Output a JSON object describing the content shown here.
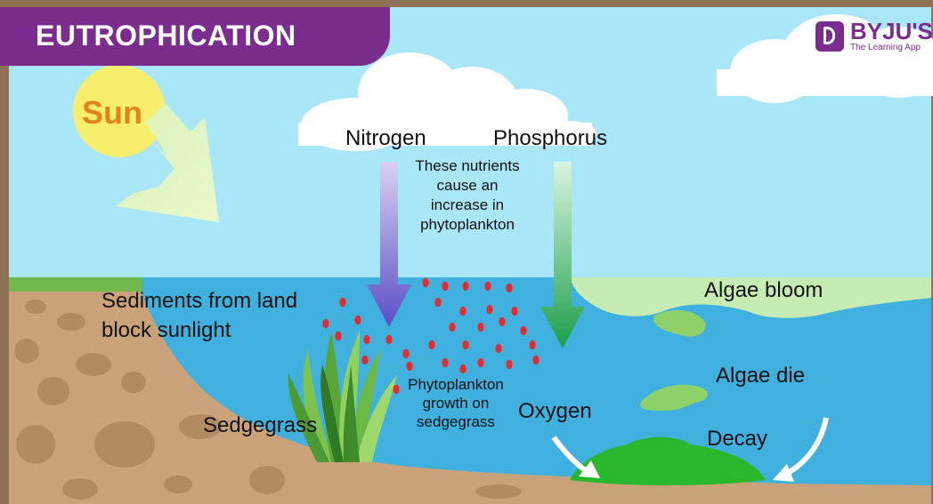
{
  "title": "EUTROPHICATION",
  "sun_label": "Sun",
  "brand": {
    "name": "BYJU'S",
    "tagline": "The Learning App"
  },
  "labels": {
    "nitrogen": "Nitrogen",
    "phosphorus": "Phosphorus",
    "nutrients_note": "These nutrients cause an increase in phytoplankton",
    "sediments": "Sediments from land block sunlight",
    "algae_bloom": "Algae bloom",
    "algae_die": "Algae die",
    "phytoplankton_growth": "Phytoplankton growth on sedgegrass",
    "oxygen": "Oxygen",
    "decay": "Decay",
    "sedgegrass": "Sedgegrass"
  },
  "colors": {
    "sky": "#a9e6f7",
    "water": "#40b1df",
    "soil": "#c9a27a",
    "banner": "#7b2d8e",
    "algae": "#8ed169",
    "decay_algae": "#28b82b",
    "phytoplankton": "#e52b2b",
    "sun": "#f7ee6e"
  }
}
